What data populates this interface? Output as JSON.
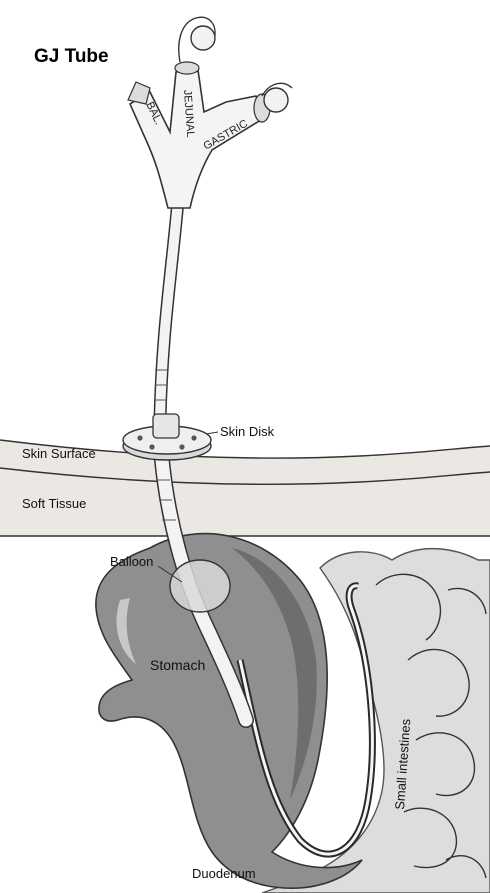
{
  "title": "GJ Tube",
  "ports": {
    "balloon": "BAL.",
    "jejunal": "JEJUNAL",
    "gastric": "GASTRIC"
  },
  "labels": {
    "skin_disk": "Skin Disk",
    "skin_surface": "Skin Surface",
    "soft_tissue": "Soft Tissue",
    "balloon": "Balloon",
    "stomach": "Stomach",
    "small_intestines": "Small intestines",
    "duodenum": "Duodenum"
  },
  "colors": {
    "tissue": "#e9e6e2",
    "stomach": "#8f8f8f",
    "stomach_dark": "#6e6e6e",
    "tube": "#f3f3f3",
    "intestine": "#dcdcdc",
    "outline": "#333333"
  }
}
